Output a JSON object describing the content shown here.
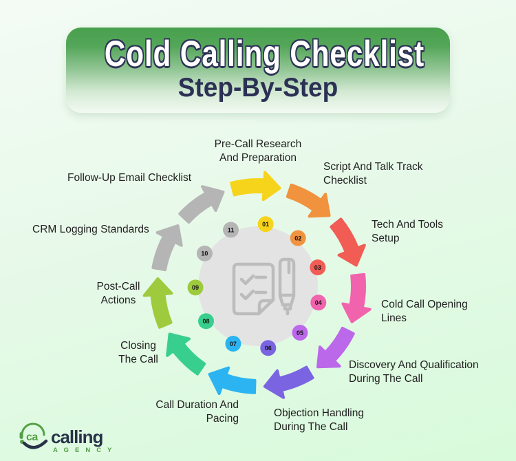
{
  "header": {
    "title": "Cold Calling Checklist",
    "subtitle": "Step-By-Step"
  },
  "diagram": {
    "center_icon": "checklist-and-pen-icon",
    "steps": [
      {
        "num": "01",
        "color": "#f6d41c",
        "label": "Pre-Call Research\nAnd Preparation"
      },
      {
        "num": "02",
        "color": "#f0923e",
        "label": "Script And Talk Track\nChecklist"
      },
      {
        "num": "03",
        "color": "#f15c54",
        "label": "Tech And Tools\nSetup"
      },
      {
        "num": "04",
        "color": "#f163ad",
        "label": "Cold Call Opening\nLines"
      },
      {
        "num": "05",
        "color": "#bb68ea",
        "label": "Discovery And Qualification\nDuring The Call"
      },
      {
        "num": "06",
        "color": "#7a64e2",
        "label": "Objection Handling\nDuring The Call"
      },
      {
        "num": "07",
        "color": "#2cb4f2",
        "label": "Call Duration And\nPacing"
      },
      {
        "num": "08",
        "color": "#38cf8e",
        "label": "Closing\nThe Call"
      },
      {
        "num": "09",
        "color": "#9ecb3d",
        "label": "Post-Call\nActions"
      },
      {
        "num": "10",
        "color": "#b5b5b5",
        "label": "CRM Logging Standards"
      },
      {
        "num": "11",
        "color": "#b5b5b5",
        "label": "Follow-Up Email Checklist"
      }
    ]
  },
  "logo": {
    "initials": "ca",
    "name": "calling",
    "tagline": "A G E N C Y"
  },
  "colors": {
    "banner_green": "#48a04d",
    "title_text": "#ffffff",
    "title_outline": "#2e3357",
    "subtitle_text": "#2b3054",
    "label_text": "#212121",
    "center_circle": "#e3e3e3",
    "icon_stroke": "#bcbcbc",
    "logo_green": "#55a047",
    "logo_navy": "#283349",
    "background_top": "#f4fbf5",
    "background_bottom": "#d8fbdb"
  }
}
